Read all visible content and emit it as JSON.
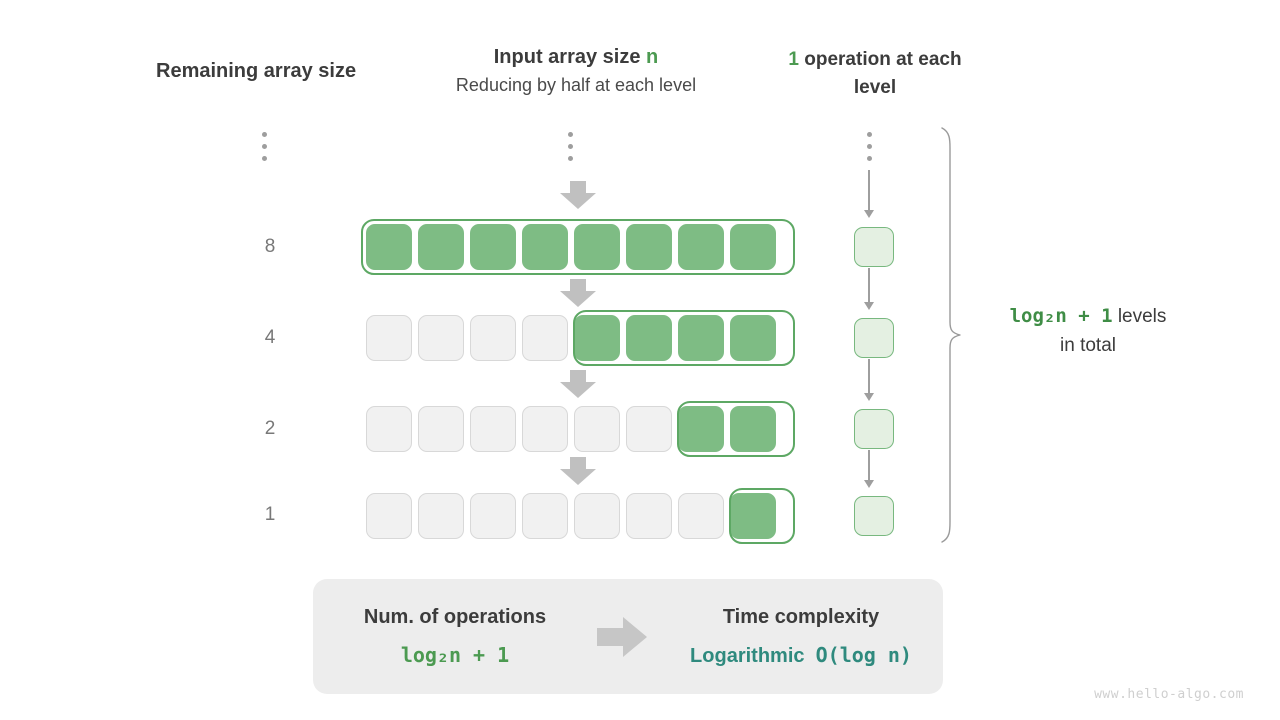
{
  "headers": {
    "left": "Remaining array size",
    "mid_title_prefix": "Input array size ",
    "mid_title_var": "n",
    "mid_subtitle": "Reducing by half at each level",
    "right_count": "1",
    "right_text": " operation at each level"
  },
  "levels": [
    {
      "size_label": "8",
      "total_cells": 8,
      "filled_cells": 8
    },
    {
      "size_label": "4",
      "total_cells": 8,
      "filled_cells": 4
    },
    {
      "size_label": "2",
      "total_cells": 8,
      "filled_cells": 2
    },
    {
      "size_label": "1",
      "total_cells": 8,
      "filled_cells": 1
    }
  ],
  "ellipsis": {
    "symbol": "vertical-ellipsis",
    "dot_count": 3
  },
  "note": {
    "formula": "log₂n + 1",
    "text_1": " levels",
    "text_2": "in total"
  },
  "summary": {
    "left_title": "Num. of operations",
    "left_value": "log₂n + 1",
    "right_title": "Time complexity",
    "right_value_word": "Logarithmic",
    "right_value_bigo": "O(log n)"
  },
  "watermark": "www.hello-algo.com",
  "colors": {
    "green_fill": "#7ebc84",
    "green_border": "#5da864",
    "green_text": "#4c9a51",
    "light_green_fill": "#e4f0e2",
    "empty_fill": "#f1f1f1",
    "empty_border": "#d8d8d8",
    "arrow_gray": "#c0c0c0",
    "teal_text": "#2f8a7e",
    "panel_gray": "#ededed"
  }
}
